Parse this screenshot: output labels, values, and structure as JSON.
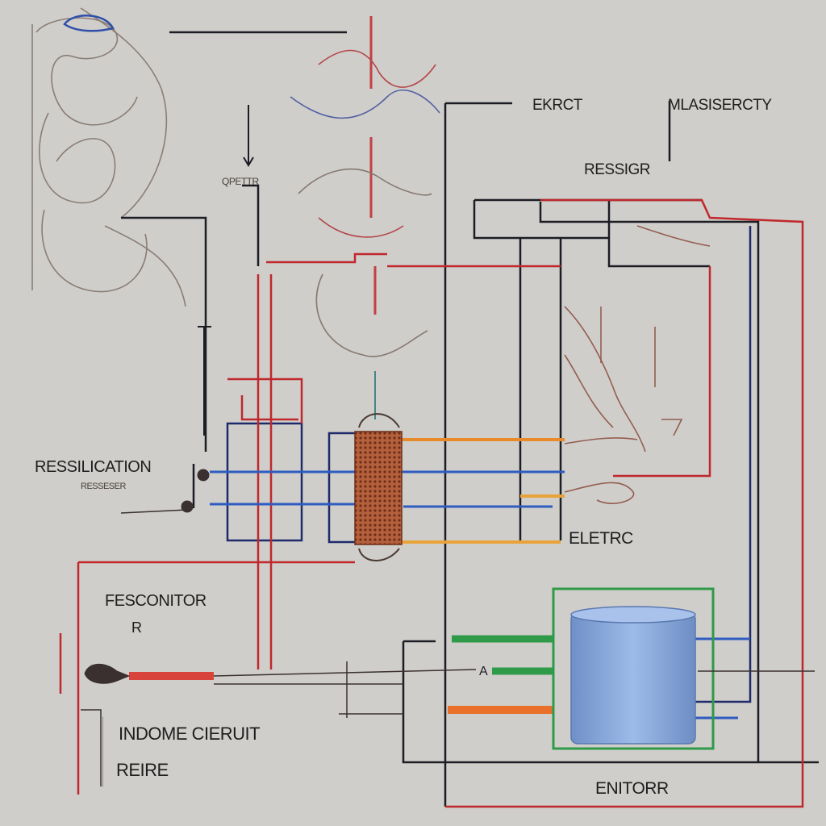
{
  "labels": {
    "ekrct": "EKRCT",
    "mlasiserdy": "MLASISERCTY",
    "ressigr": "RESSIGR",
    "ressilication": "RESSILICATION",
    "resester": "RESSESER",
    "qpettr": "QPETTR",
    "eletrc": "ELETRC",
    "fesconitor": "FESCONITOR",
    "r_mark": "R",
    "indome_circuit": "INDOME CIERUIT",
    "reire": "REIRE",
    "enitorr": "ENITORR",
    "a_mark": "A"
  },
  "colors": {
    "background": "#cfcecb",
    "black_wire": "#1c1c24",
    "red_wire": "#c0282c",
    "blue_wire": "#2f5cc0",
    "orange_wire": "#e8892a",
    "green_wire": "#2f9a48",
    "navy_wire": "#1e2a6a",
    "coil": "#a85030",
    "tank": "#7fa2d8"
  }
}
